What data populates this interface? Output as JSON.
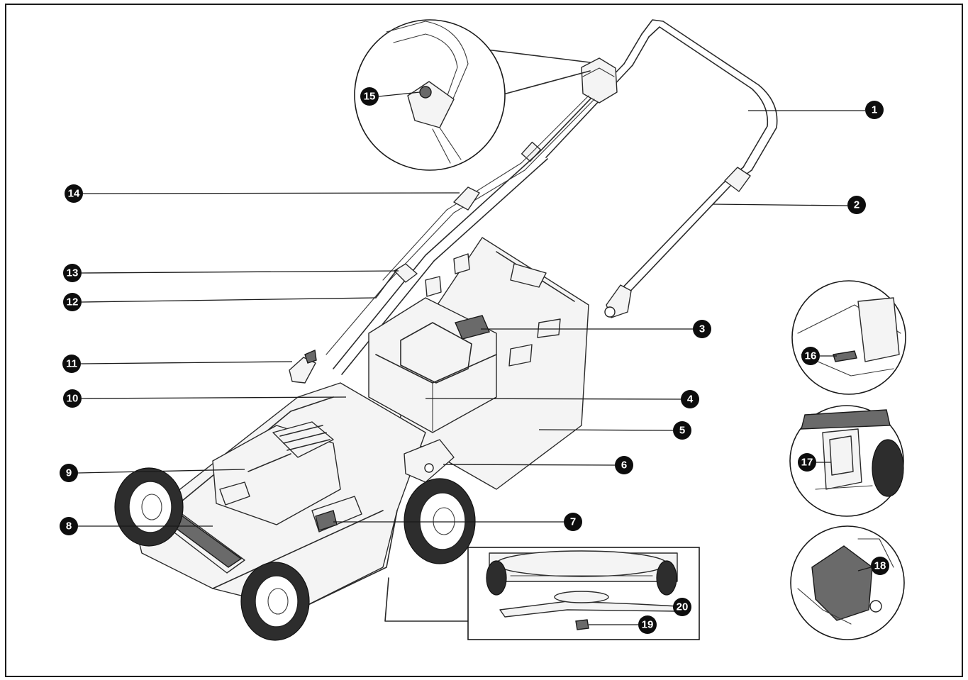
{
  "callouts": [
    {
      "id": "1",
      "label": "1"
    },
    {
      "id": "2",
      "label": "2"
    },
    {
      "id": "3",
      "label": "3"
    },
    {
      "id": "4",
      "label": "4"
    },
    {
      "id": "5",
      "label": "5"
    },
    {
      "id": "6",
      "label": "6"
    },
    {
      "id": "7",
      "label": "7"
    },
    {
      "id": "8",
      "label": "8"
    },
    {
      "id": "9",
      "label": "9"
    },
    {
      "id": "10",
      "label": "10"
    },
    {
      "id": "11",
      "label": "11"
    },
    {
      "id": "12",
      "label": "12"
    },
    {
      "id": "13",
      "label": "13"
    },
    {
      "id": "14",
      "label": "14"
    },
    {
      "id": "15",
      "label": "15"
    },
    {
      "id": "16",
      "label": "16"
    },
    {
      "id": "17",
      "label": "17"
    },
    {
      "id": "18",
      "label": "18"
    },
    {
      "id": "19",
      "label": "19"
    },
    {
      "id": "20",
      "label": "20"
    }
  ],
  "colors": {
    "badge": "#0d0d0d",
    "line": "#2a2a2a",
    "background": "#ffffff"
  }
}
